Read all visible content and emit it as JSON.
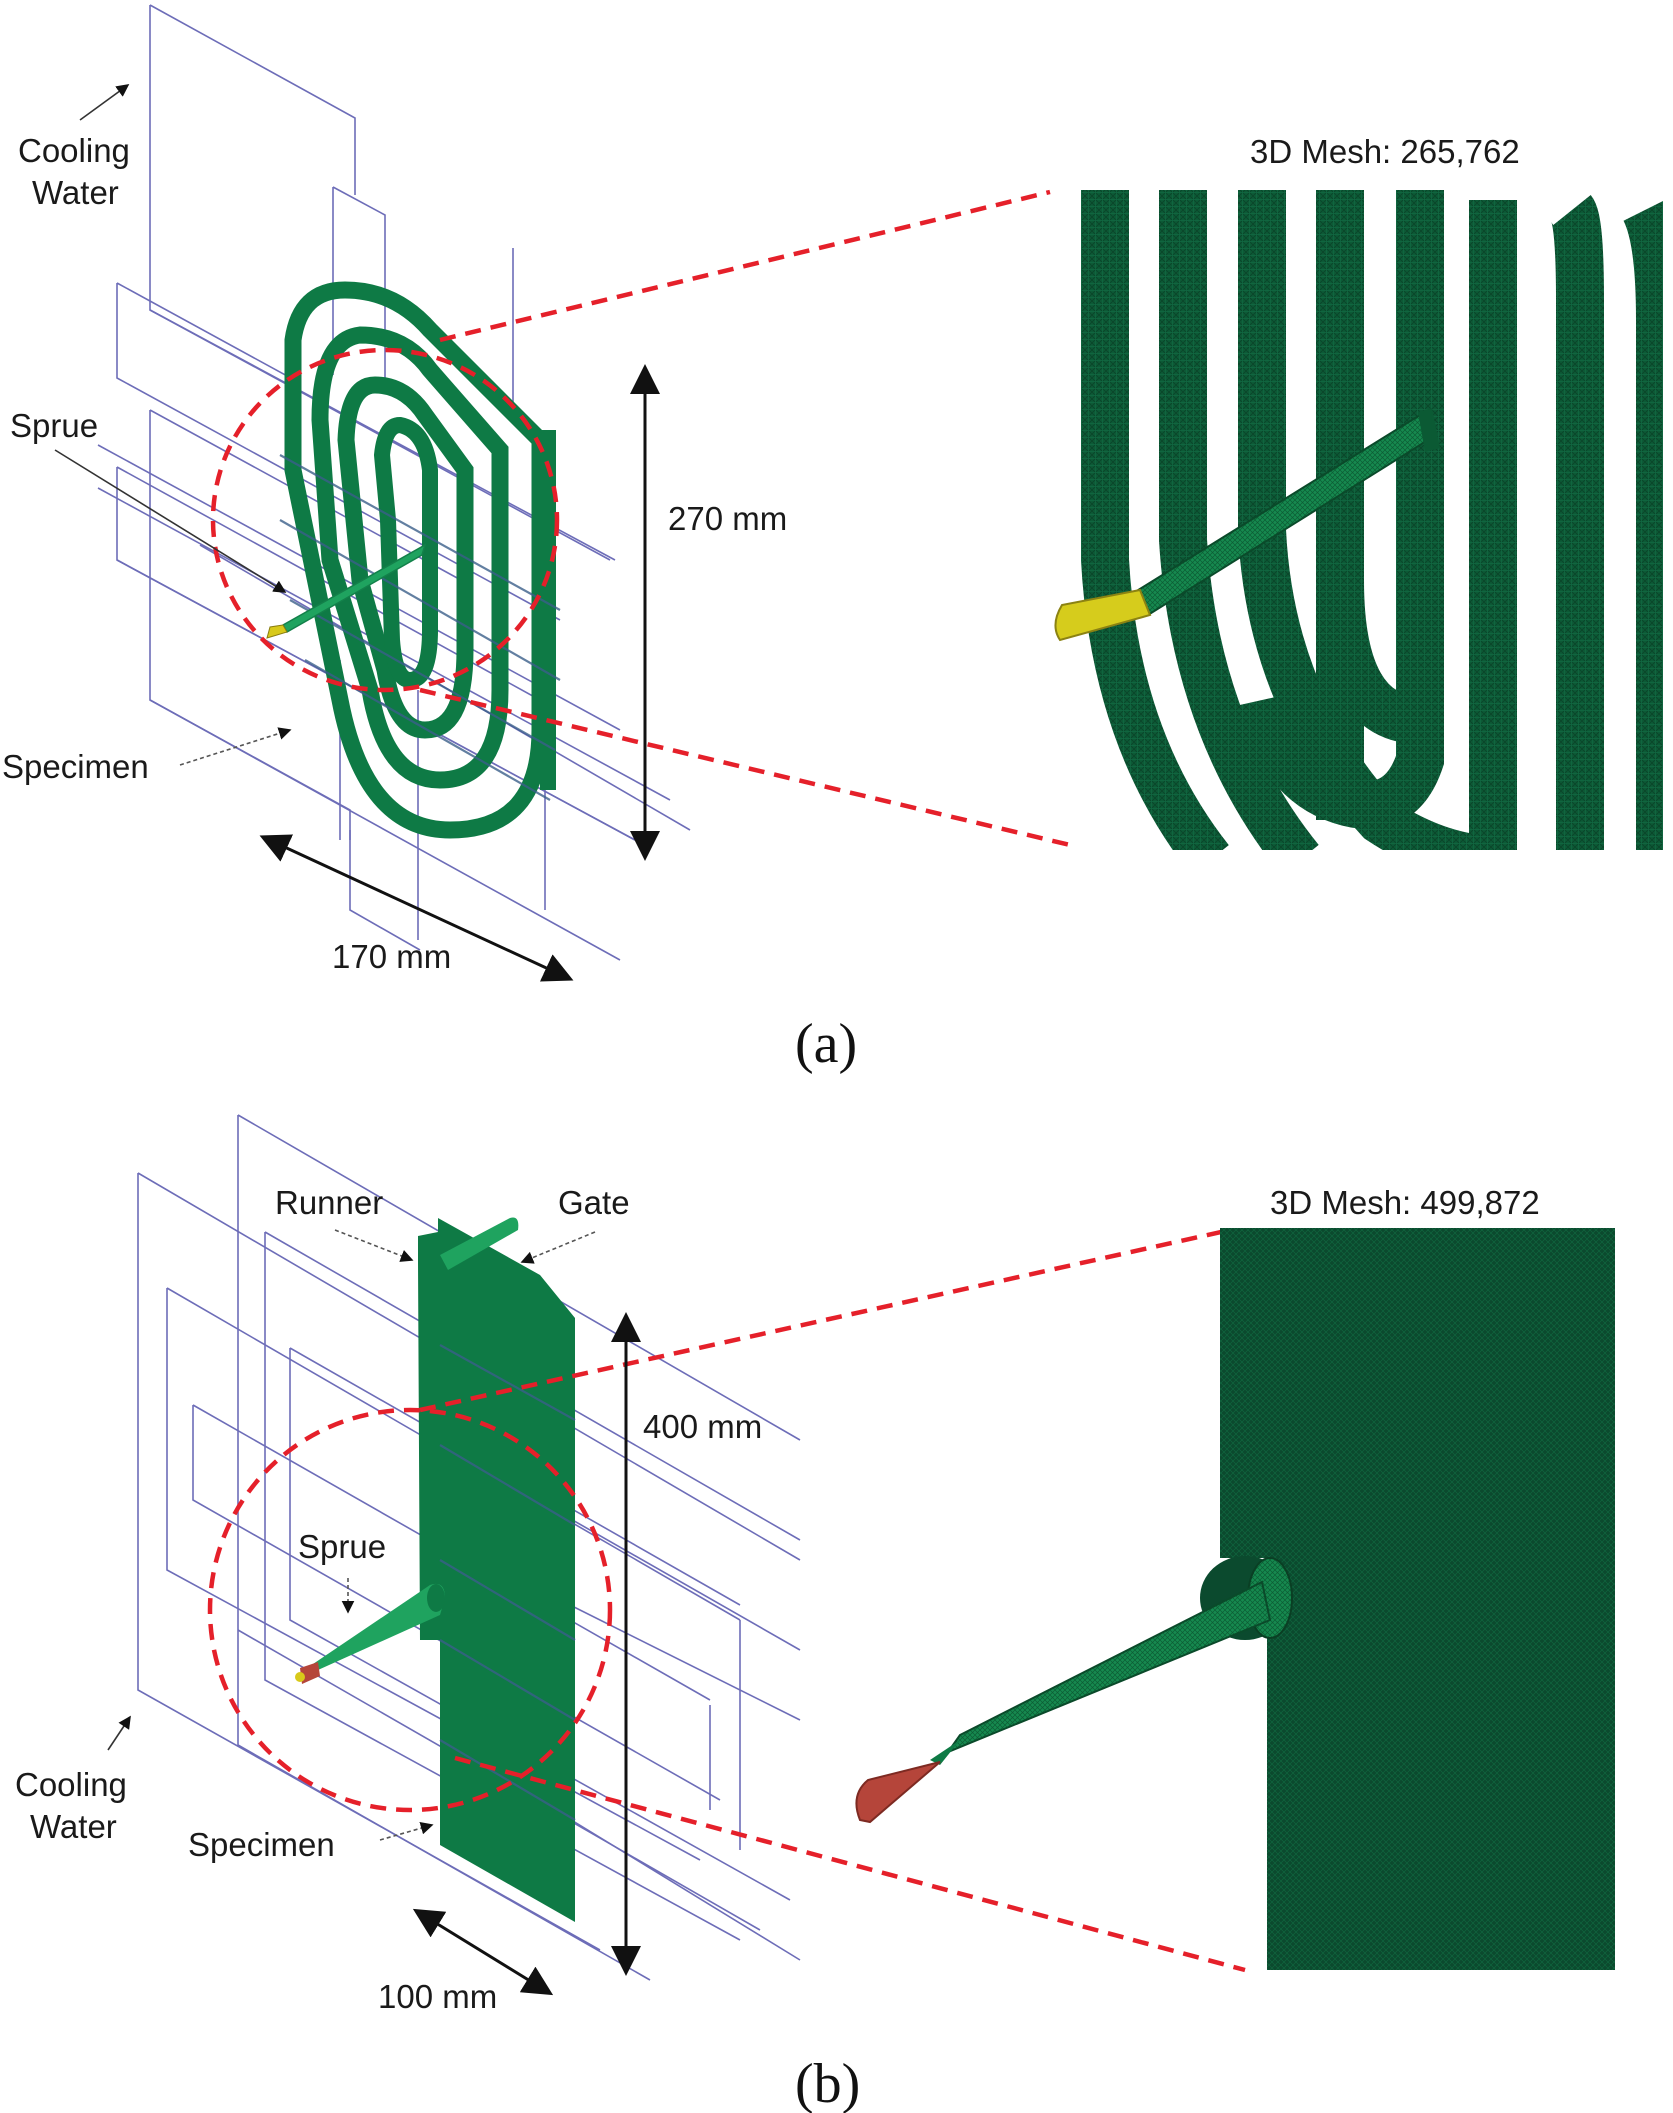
{
  "figure": {
    "panel_a": {
      "caption": "(a)",
      "labels": {
        "cooling_water_line1": "Cooling",
        "cooling_water_line2": "Water",
        "sprue": "Sprue",
        "specimen": "Specimen",
        "height_dim": "270 mm",
        "width_dim": "170 mm"
      },
      "mesh_label": "3D Mesh: 265,762",
      "specimen_shape": "spiral"
    },
    "panel_b": {
      "caption": "(b)",
      "labels": {
        "runner": "Runner",
        "gate": "Gate",
        "sprue": "Sprue",
        "cooling_water_line1": "Cooling",
        "cooling_water_line2": "Water",
        "specimen": "Specimen",
        "height_dim": "400 mm",
        "width_dim": "100 mm"
      },
      "mesh_label": "3D Mesh: 499,872",
      "specimen_shape": "plate"
    },
    "colors": {
      "specimen_green": "#0e7a45",
      "mesh_green": "#0d5a36",
      "sprue_light_green": "#1fa35f",
      "inlet_yellow": "#d8c91a",
      "inlet_red": "#b5453a",
      "zoom_dash_red": "#e5202a",
      "cooling_line_blue": "#6d6db8"
    }
  }
}
